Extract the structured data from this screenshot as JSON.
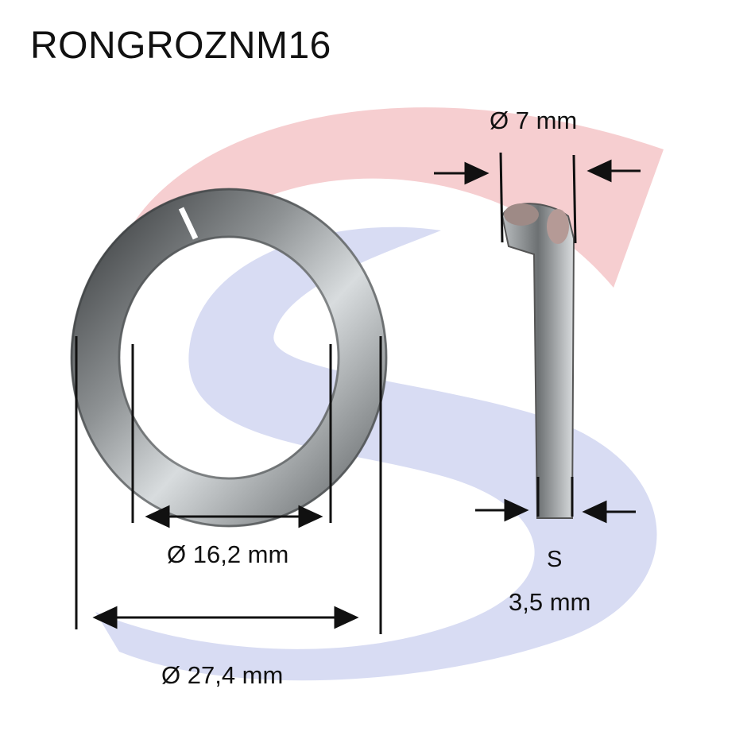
{
  "title": "RONGROZNM16",
  "dimensions": {
    "inner_diameter": "Ø 16,2 mm",
    "outer_diameter": "Ø 27,4 mm",
    "section_width": "Ø 7 mm",
    "thickness_symbol": "S",
    "thickness_value": "3,5 mm"
  },
  "colors": {
    "logo_red": "#f4c6c8",
    "logo_blue": "#d4d8f2",
    "metal_dark": "#55585a",
    "metal_light": "#c9cdcf",
    "line": "#111111"
  }
}
